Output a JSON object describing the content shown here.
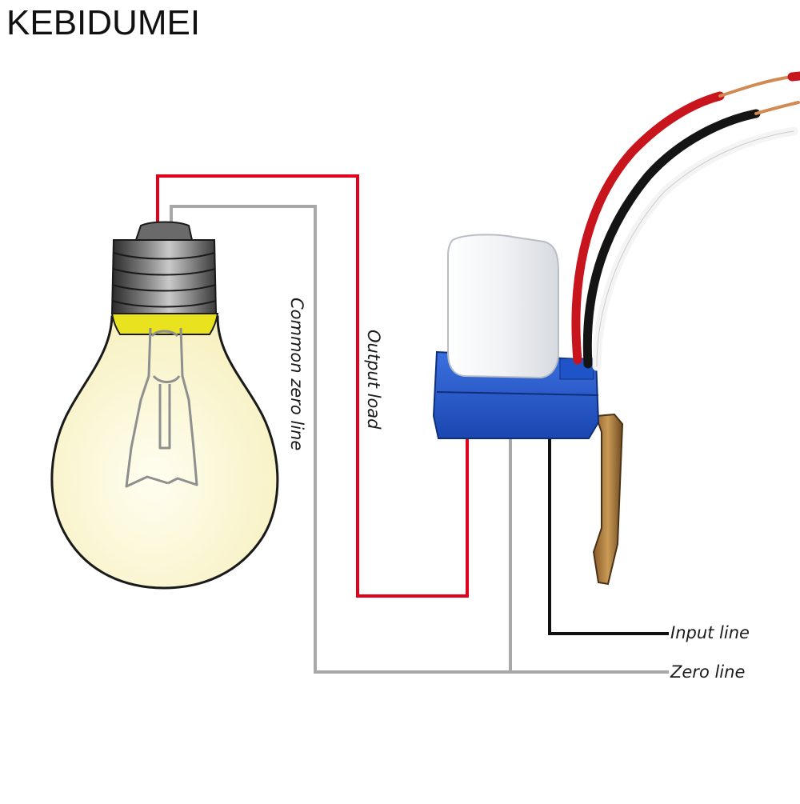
{
  "brand": "KEBIDUMEI",
  "labels": {
    "common_zero": "Common zero line",
    "output_load": "Output load",
    "input_line": "Input line",
    "zero_line": "Zero line"
  },
  "colors": {
    "output_wire": "#e3001b",
    "zero_wire": "#a8a8a8",
    "input_wire": "#111111",
    "sensor_base": "#1f54c8",
    "sensor_cap": "#eef0f2",
    "bulb_glass": "#fdfbe0",
    "bulb_glow": "#e9e21f"
  }
}
